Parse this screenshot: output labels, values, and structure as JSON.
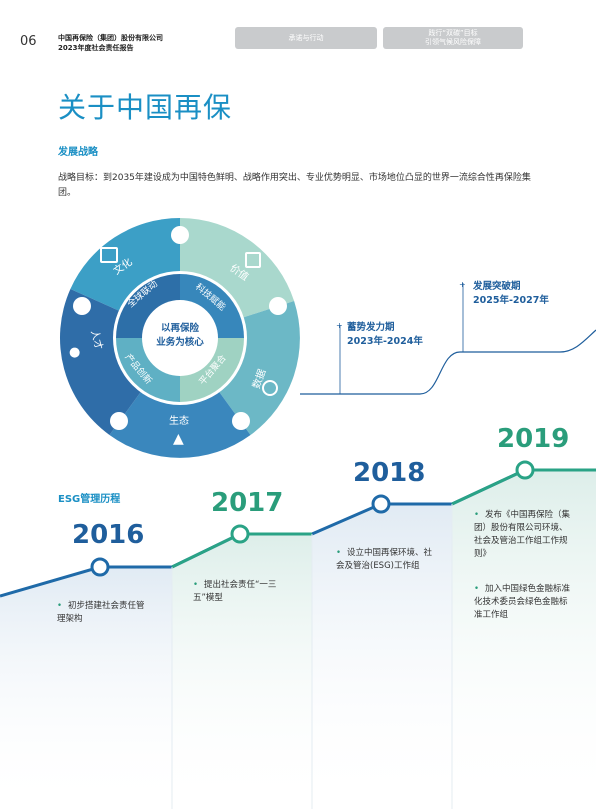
{
  "header": {
    "page_number": "06",
    "org_line1": "中国再保险（集团）股份有限公司",
    "org_line2": "2023年度社会责任报告",
    "tab1": "承诺与行动",
    "tab2_line1": "践行“双碳”目标",
    "tab2_line2": "引领气候风险保障"
  },
  "page_title": "关于中国再保",
  "section_title": "发展战略",
  "strategy_text": "战略目标：到2035年建设成为中国特色鲜明、战略作用突出、专业优势明显、市场地位凸显的世界一流综合性再保险集团。",
  "wheel": {
    "center_line1": "以再保险",
    "center_line2": "业务为核心",
    "inner": [
      "全球联动",
      "科技赋能",
      "平台聚合",
      "产品创新"
    ],
    "outer": [
      "文化",
      "价值",
      "数据",
      "生态",
      "人才"
    ]
  },
  "phases": [
    {
      "name": "蓄势发力期",
      "years": "2023年-2024年"
    },
    {
      "name": "发展突破期",
      "years": "2025年-2027年"
    }
  ],
  "esg": {
    "title": "ESG管理历程",
    "milestones": [
      {
        "year": "2016",
        "items": [
          "初步搭建社会责任管理架构"
        ]
      },
      {
        "year": "2017",
        "items": [
          "提出社会责任“一三五”模型"
        ]
      },
      {
        "year": "2018",
        "items": [
          "设立中国再保环境、社会及管治(ESG)工作组"
        ]
      },
      {
        "year": "2019",
        "items": [
          "发布《中国再保险（集团）股份有限公司环境、社会及管治工作组工作规则》",
          "加入中国绿色金融标准化技术委员会绿色金融标准工作组"
        ]
      }
    ]
  },
  "colors": {
    "accent": "#1a8fc4",
    "teal": "#2a9d7b",
    "navy": "#1f5e9c"
  }
}
